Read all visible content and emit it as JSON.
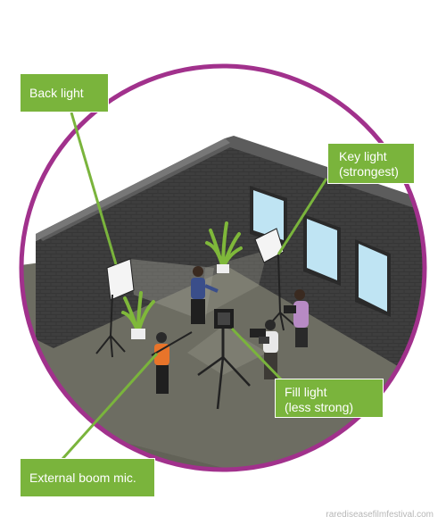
{
  "labels": {
    "back_light": "Back light",
    "key_light_line1": "Key light",
    "key_light_line2": "(strongest)",
    "fill_light_line1": "Fill light",
    "fill_light_line2": "(less strong)",
    "boom_mic": "External boom mic."
  },
  "credit": "rarediseasefilmfestival.com",
  "colors": {
    "circle": "#a1318c",
    "label_bg": "#7ab43c",
    "pointer": "#7ab43c",
    "wall": "#3c3c3c",
    "floor": "#6e6e62",
    "window": "#bfe4f3",
    "plant": "#7fb83a"
  }
}
